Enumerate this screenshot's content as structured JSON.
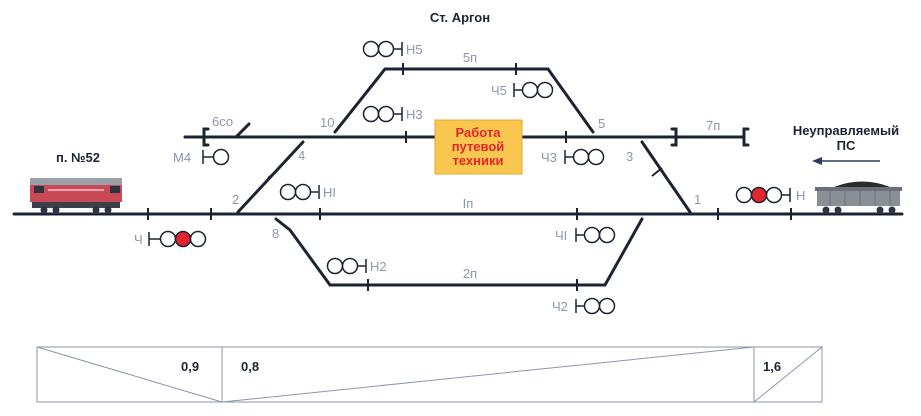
{
  "station": {
    "title": "Ст. Аргон"
  },
  "train_left": {
    "label": "п. №52"
  },
  "train_right": {
    "label_line1": "Неуправляемый",
    "label_line2": "ПС"
  },
  "work_zone": {
    "line1": "Работа",
    "line2": "путевой",
    "line3": "техники"
  },
  "tracks": {
    "t1": "Iп",
    "t2": "2п",
    "t5": "5п",
    "t6": "6со",
    "t7": "7п"
  },
  "switches": {
    "s1": "1",
    "s2": "2",
    "s3": "3",
    "s4": "4",
    "s5": "5",
    "s8": "8",
    "s10": "10"
  },
  "signals": {
    "H5": "Н5",
    "H3": "Н3",
    "HI": "НI",
    "H2": "Н2",
    "M4": "М4",
    "CH": "Ч",
    "CH5": "Ч5",
    "CH3": "Ч3",
    "CHI": "ЧI",
    "CH2": "Ч2",
    "H": "Н"
  },
  "gradient": {
    "g1": "0,9",
    "g2": "0,8",
    "g3": "1,6"
  },
  "colors": {
    "track": "#1c2433",
    "label_gray": "#8b96ad",
    "red": "#e3262d",
    "work_zone_fill": "#f9c74f"
  }
}
